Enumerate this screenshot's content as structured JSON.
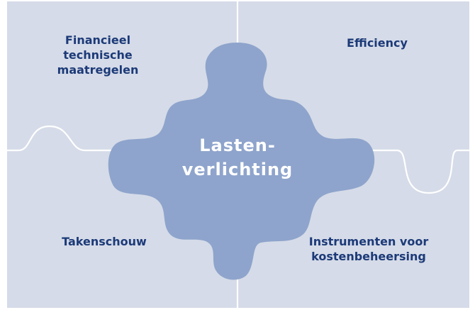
{
  "diagram": {
    "center_label": "Lasten-\nverlichting",
    "quadrants": {
      "top_left": "Financieel\ntechnische\nmaatregelen",
      "top_right": "Efficiency",
      "bottom_left": "Takenschouw",
      "bottom_right": "Instrumenten voor\nkostenbeheersing"
    },
    "colors": {
      "tile": "#d5dbe8",
      "center_piece": "#8ea4cc",
      "seam": "#ffffff",
      "quadrant_text": "#1c3a78",
      "center_text": "#ffffff"
    }
  }
}
